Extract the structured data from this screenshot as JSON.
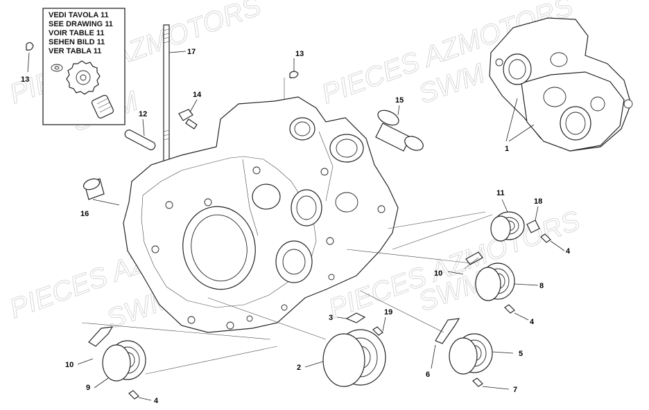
{
  "reference_box": {
    "lines": [
      "VEDI TAVOLA 11",
      "SEE DRAWING 11",
      "VOIR TABLE 11",
      "SEHEN BILD 11",
      "VER TABLA 11"
    ]
  },
  "watermark": {
    "text_1": "PIECES AZMOTORS",
    "text_2": "SWM"
  },
  "callouts": [
    {
      "id": "c13a",
      "label": "13"
    },
    {
      "id": "c17",
      "label": "17"
    },
    {
      "id": "c13b",
      "label": "13"
    },
    {
      "id": "c14",
      "label": "14"
    },
    {
      "id": "c12",
      "label": "12"
    },
    {
      "id": "c15",
      "label": "15"
    },
    {
      "id": "c1",
      "label": "1"
    },
    {
      "id": "c16",
      "label": "16"
    },
    {
      "id": "c11",
      "label": "11"
    },
    {
      "id": "c18",
      "label": "18"
    },
    {
      "id": "c4a",
      "label": "4"
    },
    {
      "id": "c10a",
      "label": "10"
    },
    {
      "id": "c8",
      "label": "8"
    },
    {
      "id": "c4b",
      "label": "4"
    },
    {
      "id": "c3",
      "label": "3"
    },
    {
      "id": "c19",
      "label": "19"
    },
    {
      "id": "c5",
      "label": "5"
    },
    {
      "id": "c2",
      "label": "2"
    },
    {
      "id": "c6",
      "label": "6"
    },
    {
      "id": "c7",
      "label": "7"
    },
    {
      "id": "c10b",
      "label": "10"
    },
    {
      "id": "c9",
      "label": "9"
    },
    {
      "id": "c4c",
      "label": "4"
    }
  ]
}
